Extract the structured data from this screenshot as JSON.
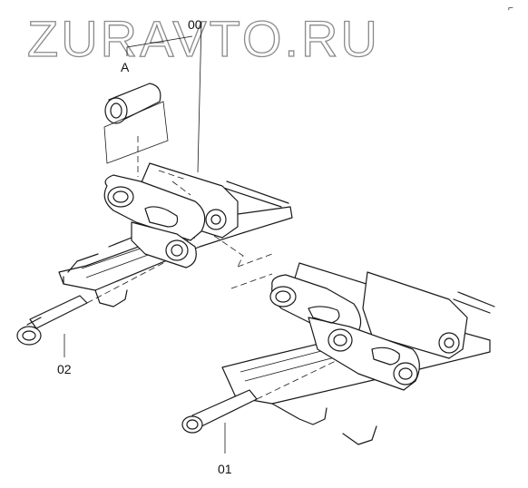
{
  "watermark": "ZURAVTO.RU",
  "corner_mark": "⌐",
  "callouts": {
    "assembly": "00",
    "detail": "A",
    "pin_upper": "02",
    "pin_lower": "01"
  }
}
